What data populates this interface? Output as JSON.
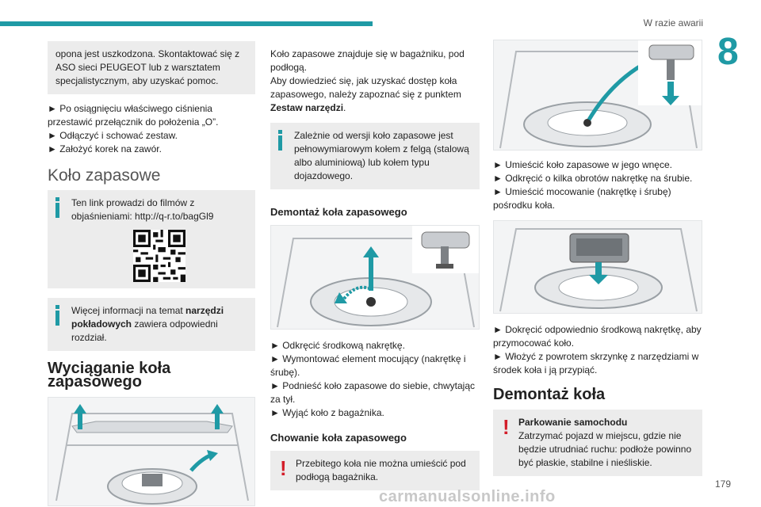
{
  "header": {
    "title": "W razie awarii",
    "chapter": "8"
  },
  "page_number": "179",
  "watermark": "carmanualsonline.info",
  "col1": {
    "box_top": "opona jest uszkodzona. Skontaktować się z ASO sieci PEUGEOT lub z warsztatem specjalistycznym, aby uzyskać pomoc.",
    "bullets": [
      "► Po osiągnięciu właściwego ciśnienia przestawić przełącznik do położenia „O”.",
      "► Odłączyć i schować zestaw.",
      "► Założyć korek na zawór."
    ],
    "section_spare": "Koło zapasowe",
    "info_link": "Ten link prowadzi do filmów z objaśnieniami: http://q-r.to/bagGl9",
    "info_tools_prefix": "Więcej informacji na temat ",
    "info_tools_bold": "narzędzi pokładowych",
    "info_tools_suffix": " zawiera odpowiedni rozdział.",
    "section_remove": "Wyciąganie koła zapasowego"
  },
  "col2": {
    "intro_1": "Koło zapasowe znajduje się w bagażniku, pod podłogą.",
    "intro_2": "Aby dowiedzieć się, jak uzyskać dostęp koła zapasowego, należy zapoznać się z punktem ",
    "intro_bold": "Zestaw narzędzi",
    "intro_end": ".",
    "info_variant": "Zależnie od wersji koło zapasowe jest pełnowymiarowym kołem z felgą (stalową albo aluminiową) lub kołem typu dojazdowego.",
    "sub_demontaz": "Demontaż koła zapasowego",
    "bullets": [
      "► Odkręcić środkową nakrętkę.",
      "► Wymontować element mocujący (nakrętkę i śrubę).",
      "► Podnieść koło zapasowe do siebie, chwytając za tył.",
      "► Wyjąć koło z bagażnika."
    ],
    "sub_chowanie": "Chowanie koła zapasowego",
    "warn_text": "Przebitego koła nie można umieścić pod podłogą bagażnika."
  },
  "col3": {
    "bullets_a": [
      "► Umieścić koło zapasowe w jego wnęce.",
      "► Odkręcić o kilka obrotów nakrętkę na śrubie.",
      "► Umieścić mocowanie (nakrętkę i śrubę) pośrodku koła."
    ],
    "bullets_b": [
      "► Dokręcić odpowiednio środkową nakrętkę, aby przymocować koło.",
      "► Włożyć z powrotem skrzynkę z narzędziami w środek koła i ją przypiąć."
    ],
    "section_wheel": "Demontaż koła",
    "warn_title": "Parkowanie samochodu",
    "warn_text": "Zatrzymać pojazd w miejscu, gdzie nie będzie utrudniać ruchu: podłoże powinno być płaskie, stabilne i nieśliskie."
  },
  "colors": {
    "accent": "#1f9aa5",
    "warning": "#d31e2a",
    "box": "#ececec"
  }
}
